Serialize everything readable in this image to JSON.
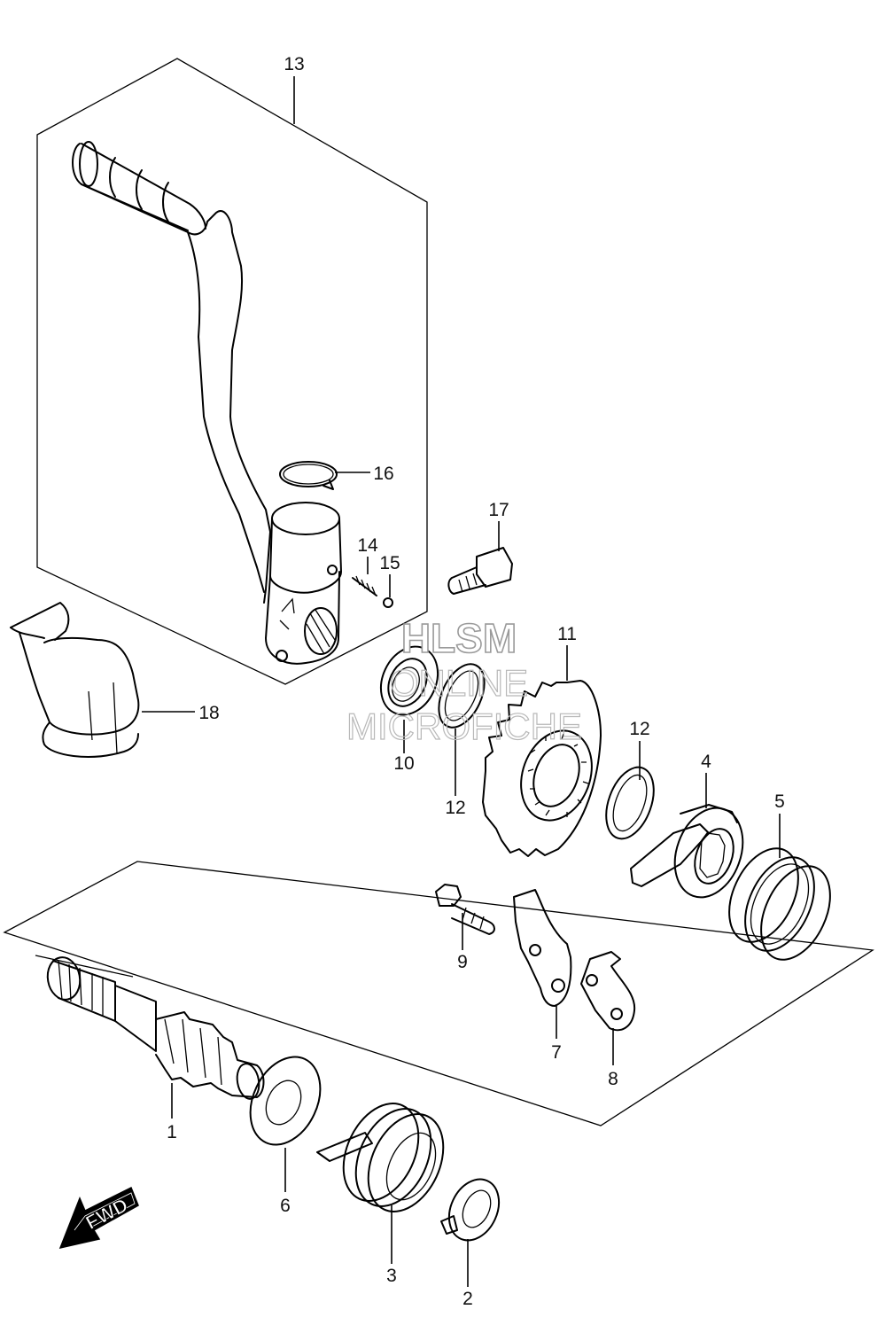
{
  "callouts": [
    {
      "id": "13",
      "label": "13"
    },
    {
      "id": "16",
      "label": "16"
    },
    {
      "id": "17",
      "label": "17"
    },
    {
      "id": "14",
      "label": "14"
    },
    {
      "id": "15",
      "label": "15"
    },
    {
      "id": "11",
      "label": "11"
    },
    {
      "id": "18",
      "label": "18"
    },
    {
      "id": "10",
      "label": "10"
    },
    {
      "id": "12a",
      "label": "12"
    },
    {
      "id": "12b",
      "label": "12"
    },
    {
      "id": "4",
      "label": "4"
    },
    {
      "id": "5",
      "label": "5"
    },
    {
      "id": "9",
      "label": "9"
    },
    {
      "id": "7",
      "label": "7"
    },
    {
      "id": "8",
      "label": "8"
    },
    {
      "id": "1",
      "label": "1"
    },
    {
      "id": "6",
      "label": "6"
    },
    {
      "id": "3",
      "label": "3"
    },
    {
      "id": "2",
      "label": "2"
    }
  ],
  "watermark": {
    "line1": "HLSM",
    "line2": "ONLINE",
    "line3": "MICROFICHE"
  },
  "fwd_label": "FWD",
  "icons": [
    "fwd-arrow-icon"
  ]
}
